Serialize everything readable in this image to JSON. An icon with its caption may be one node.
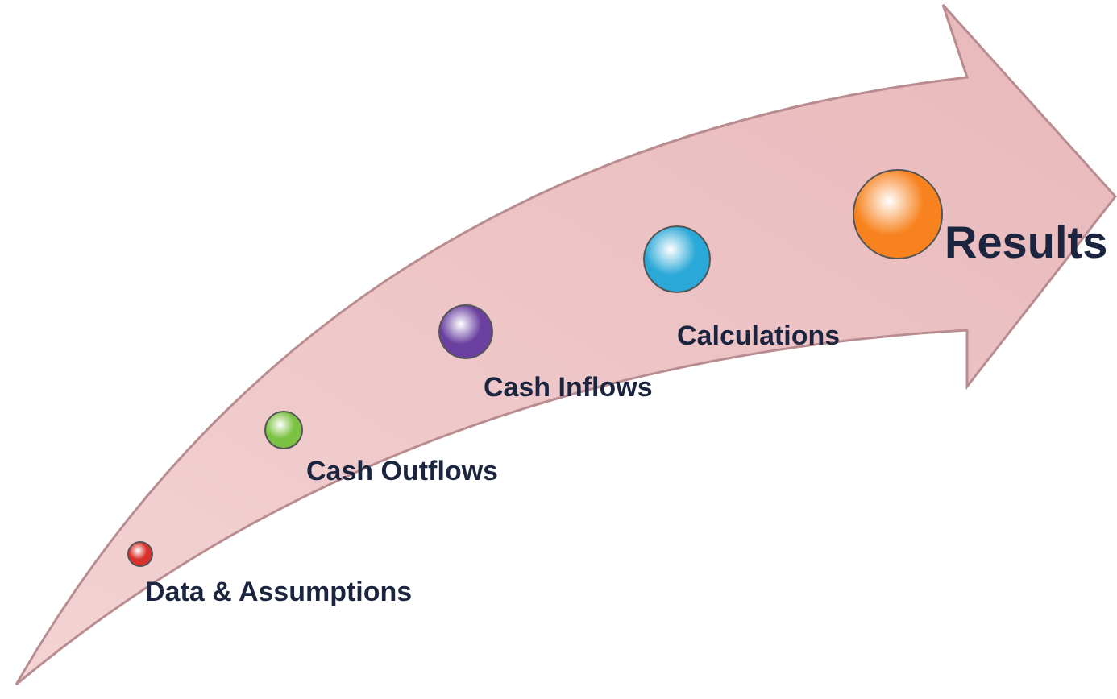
{
  "diagram": {
    "nodes": [
      {
        "text": [
          "Data & Assumptions"
        ]
      },
      {
        "text": [
          "Cash Outflows"
        ]
      },
      {
        "text": [
          "Cash Inflows"
        ]
      },
      {
        "text": [
          "Calculations"
        ]
      },
      {
        "text": [
          "Results"
        ]
      }
    ]
  }
}
